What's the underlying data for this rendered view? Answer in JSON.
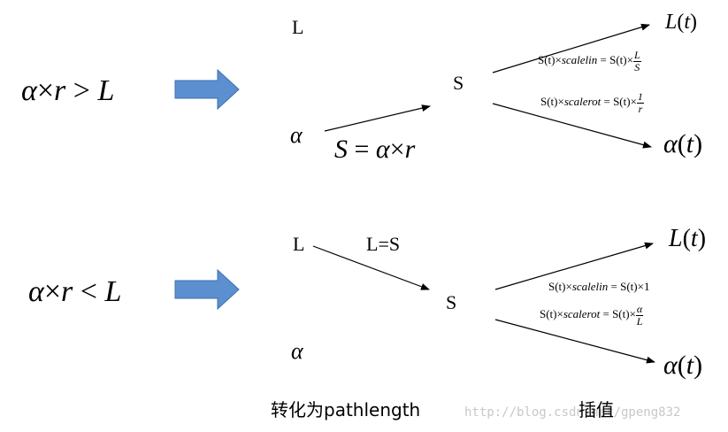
{
  "colors": {
    "arrow_fill": "#5b8fd0",
    "arrow_stroke": "#3e6fb0",
    "line": "#000000",
    "watermark": "#c8c8c8"
  },
  "top": {
    "condition": {
      "a": "α",
      "op1": "×",
      "b": "r",
      "op2": ">",
      "c": "L"
    },
    "node_L": "L",
    "node_alpha": "α",
    "node_S": "S",
    "edge_label": {
      "lhs": "S",
      "eq": " = ",
      "a": "α",
      "op": "×",
      "b": "r"
    },
    "formula_L": {
      "lhs": "S(t)×",
      "fn": "scalelin",
      "eq": " = S(t)×",
      "num": "L",
      "den": "S"
    },
    "formula_alpha": {
      "lhs": "S(t)×",
      "fn": "scalerot",
      "eq": " = S(t)×",
      "num": "1",
      "den": "r"
    },
    "out_L": {
      "sym": "L",
      "open": "(",
      "var": "t",
      "close": ")"
    },
    "out_alpha": {
      "sym": "α",
      "open": "(",
      "var": "t",
      "close": ")"
    }
  },
  "bottom": {
    "condition": {
      "a": "α",
      "op1": "×",
      "b": "r",
      "op2": "<",
      "c": "L"
    },
    "node_L": "L",
    "node_alpha": "α",
    "node_S": "S",
    "edge_label": "L=S",
    "formula_L": {
      "lhs": "S(t)×",
      "fn": "scalelin",
      "eq": " = S(t)×1"
    },
    "formula_alpha": {
      "lhs": "S(t)×",
      "fn": "scalerot",
      "eq": " = S(t)×",
      "num": "α",
      "den": "L"
    },
    "out_L": {
      "sym": "L",
      "open": "(",
      "var": "t",
      "close": ")"
    },
    "out_alpha": {
      "sym": "α",
      "open": "(",
      "var": "t",
      "close": ")"
    }
  },
  "captions": {
    "left": "转化为pathlength",
    "right": "插值"
  },
  "watermark": "http://blog.csdn.net/gpeng832"
}
